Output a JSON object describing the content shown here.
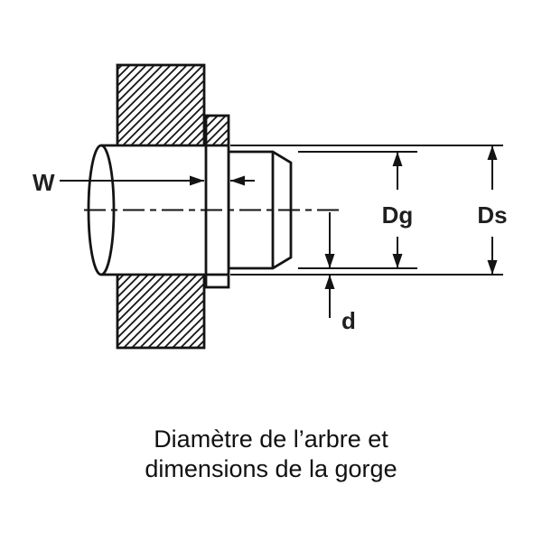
{
  "diagram": {
    "dimension_labels": {
      "groove_width": "W",
      "groove_diameter": "Dg",
      "shaft_diameter": "Ds",
      "groove_depth": "d"
    },
    "caption": {
      "line1": "Diamètre de l’arbre et",
      "line2": "dimensions de la gorge"
    },
    "colors": {
      "ink": "#141414",
      "label_ink": "#1f1f1f",
      "background": "#ffffff"
    }
  }
}
